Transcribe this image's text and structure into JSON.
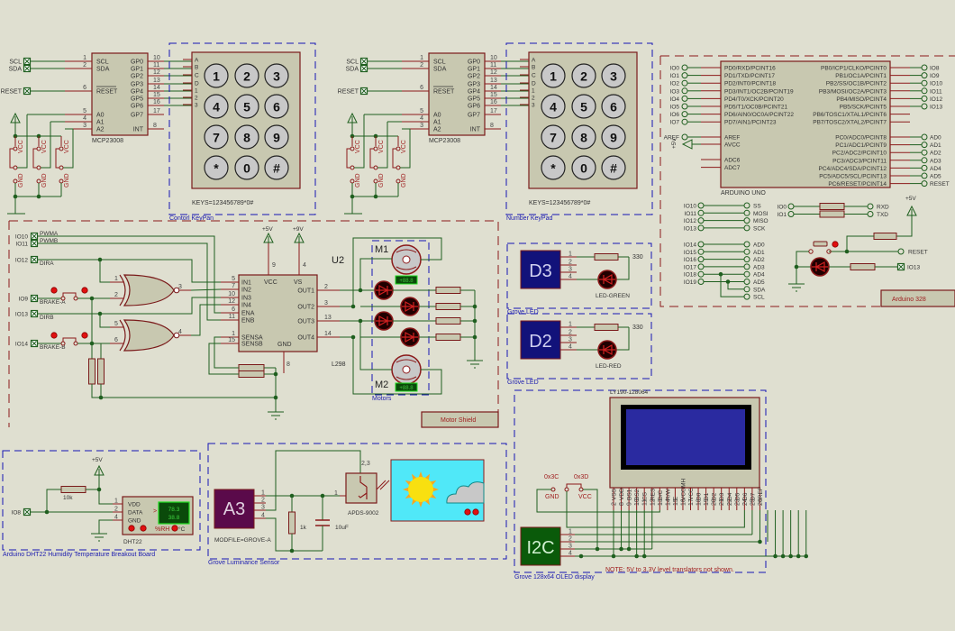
{
  "keypads": [
    {
      "title": "Contorl KeyPan",
      "keys_attr": "KEYS=123456789*0#",
      "rows": [
        "A",
        "B",
        "C",
        "D",
        "1",
        "2",
        "3"
      ],
      "keys": [
        "1",
        "2",
        "3",
        "4",
        "5",
        "6",
        "7",
        "8",
        "9",
        "*",
        "0",
        "#"
      ]
    },
    {
      "title": "Number KeyPad",
      "keys_attr": "KEYS=123456789*0#",
      "rows": [
        "A",
        "B",
        "C",
        "D",
        "1",
        "2",
        "3"
      ],
      "keys": [
        "1",
        "2",
        "3",
        "4",
        "5",
        "6",
        "7",
        "8",
        "9",
        "*",
        "0",
        "#"
      ]
    }
  ],
  "mcp": {
    "name": "MCP23008",
    "left_pins": [
      {
        "num": "1",
        "name": "SCL"
      },
      {
        "num": "2",
        "name": "SDA"
      },
      {
        "num": "6",
        "name": "RESET"
      },
      {
        "num": "5",
        "name": "A0"
      },
      {
        "num": "4",
        "name": "A1"
      },
      {
        "num": "3",
        "name": "A2"
      }
    ],
    "right_pins": [
      {
        "num": "10",
        "name": "GP0"
      },
      {
        "num": "11",
        "name": "GP1"
      },
      {
        "num": "12",
        "name": "GP2"
      },
      {
        "num": "13",
        "name": "GP3"
      },
      {
        "num": "14",
        "name": "GP4"
      },
      {
        "num": "15",
        "name": "GP5"
      },
      {
        "num": "16",
        "name": "GP6"
      },
      {
        "num": "17",
        "name": "GP7"
      },
      {
        "num": "8",
        "name": "INT"
      }
    ],
    "terminals": [
      "SCL",
      "SDA",
      "RESET"
    ],
    "jumper_top": "VCC",
    "jumper_bottom": "GND"
  },
  "arduino": {
    "name": "ARDUINO UNO",
    "box_title": "Arduino 328",
    "left_labels": [
      "IO0",
      "IO1",
      "IO2",
      "IO3",
      "IO4",
      "IO5",
      "IO6",
      "IO7"
    ],
    "left_pins": [
      "PD0/RXD/PCINT16",
      "PD1/TXD/PCINT17",
      "PD2/INT0/PCINT18",
      "PD3/INT1/OC2B/PCINT19",
      "PD4/T0/XCK/PCINT20",
      "PD5/T1/OC0B/PCINT21",
      "PD6/AIN0/OC0A/PCINT22",
      "PD7/AIN1/PCINT23"
    ],
    "right_pins": [
      "PB0/ICP1/CLKO/PCINT0",
      "PB1/OC1A/PCINT1",
      "PB2/SS/OC1B/PCINT2",
      "PB3/MOSI/OC2A/PCINT3",
      "PB4/MISO/PCINT4",
      "PB5/SCK/PCINT5",
      "PB6/TOSC1/XTAL1/PCINT6",
      "PB7/TOSC2/XTAL2/PCINT7"
    ],
    "right_labels": [
      "IO8",
      "IO9",
      "IO10",
      "IO11",
      "IO12",
      "IO13"
    ],
    "aref_label": "AREF",
    "avcc_label": "AVCC",
    "pwr_label": "+5V",
    "adc_pins": [
      "ADC6",
      "ADC7"
    ],
    "pc_pins": [
      "PC0/ADC0/PCINT8",
      "PC1/ADC1/PCINT9",
      "PC2/ADC2/PCINT10",
      "PC3/ADC3/PCINT11",
      "PC4/ADC4/SDA/PCINT12",
      "PC5/ADC5/SCL/PCINT13",
      "PC6/RESET/PCINT14"
    ],
    "pc_labels": [
      "AD0",
      "AD1",
      "AD2",
      "AD3",
      "AD4",
      "AD5",
      "RESET"
    ],
    "spi_left": [
      "IO10",
      "IO11",
      "IO12",
      "IO13"
    ],
    "spi_right": [
      "SS",
      "MOSI",
      "MISO",
      "SCK"
    ],
    "ad_left": [
      "IO14",
      "IO15",
      "IO16",
      "IO17",
      "IO18",
      "IO19"
    ],
    "ad_right": [
      "AD0",
      "AD1",
      "AD2",
      "AD3",
      "AD4",
      "AD5",
      "SDA",
      "SCL"
    ],
    "serial_left": [
      "IO0",
      "IO1"
    ],
    "serial_right": [
      "RXD",
      "TXD"
    ],
    "reset_label": "RESET",
    "led_label": "IO13",
    "vcc": "+5V"
  },
  "motor": {
    "box_title": "Motor Shield",
    "inputs": [
      {
        "io": "IO10",
        "sig": "PWMA"
      },
      {
        "io": "IO11",
        "sig": "PWMB"
      },
      {
        "io": "IO12",
        "sig": "DIRA"
      },
      {
        "io": "IO9",
        "sig": "BRAKE-A"
      },
      {
        "io": "IO13",
        "sig": "DIRB"
      },
      {
        "io": "IO14",
        "sig": "BRAKE-B"
      }
    ],
    "gate_pins": [
      "1",
      "2",
      "3",
      "5",
      "6",
      "4"
    ],
    "chip_ref": "U2",
    "chip_name": "L298",
    "chip_left": [
      {
        "num": "5",
        "name": "IN1"
      },
      {
        "num": "7",
        "name": "IN2"
      },
      {
        "num": "10",
        "name": "IN3"
      },
      {
        "num": "12",
        "name": "IN4"
      },
      {
        "num": "6",
        "name": "ENA"
      },
      {
        "num": "11",
        "name": "ENB"
      },
      {
        "num": "1",
        "name": "SENSA"
      },
      {
        "num": "15",
        "name": "SENSB"
      }
    ],
    "chip_right": [
      {
        "num": "2",
        "name": "OUT1"
      },
      {
        "num": "3",
        "name": "OUT2"
      },
      {
        "num": "13",
        "name": "OUT3"
      },
      {
        "num": "14",
        "name": "OUT4"
      }
    ],
    "vcc": {
      "num": "9",
      "name": "VCC",
      "rail": "+5V"
    },
    "vs": {
      "num": "4",
      "name": "VS",
      "rail": "+9V"
    },
    "gnd": {
      "num": "8",
      "name": "GND"
    },
    "motors": [
      {
        "ref": "M1",
        "reading": "+88.8"
      },
      {
        "ref": "M2",
        "reading": "+88.8"
      }
    ],
    "motors_label": "Motors"
  },
  "leds": [
    {
      "ref": "D3",
      "pins": [
        "1",
        "2",
        "3",
        "4"
      ],
      "res": "330",
      "led": "LED-GREEN",
      "title": "Grove LED"
    },
    {
      "ref": "D2",
      "pins": [
        "1",
        "2",
        "3",
        "4"
      ],
      "res": "330",
      "led": "LED-RED",
      "title": "Grove LED"
    }
  ],
  "dht": {
    "title": "Arduino DHT22 Humidity Temperature Breakout Board",
    "vcc": "+5V",
    "res": "10k",
    "io": "IO8",
    "pins": [
      {
        "num": "1",
        "name": "VDD"
      },
      {
        "num": "2",
        "name": "DATA"
      },
      {
        "num": "4",
        "name": "GND"
      }
    ],
    "name": "DHT22",
    "humidity": "78.3",
    "temperature": "38.8",
    "rh_label": "%RH",
    "c_label": "°C",
    "arrow": ">"
  },
  "lum": {
    "title": "Grove Luminance Sensor",
    "ref": "A3",
    "modfile": "MODFILE=GROVE-A",
    "pins": [
      "1",
      "2",
      "3",
      "4"
    ],
    "res": "1k",
    "cap": "10uF",
    "sensor": "APDS-9002",
    "pin23": "2,3",
    "pin1": "1"
  },
  "oled": {
    "title": "Grove 128x64 OLED display",
    "name": "LY190-128064",
    "ref": "I2C",
    "addr_a": "0x3C",
    "addr_b": "0x3D",
    "gnd": "GND",
    "vcc": "VCC",
    "i2c_pins": [
      "1",
      "2",
      "3",
      "4"
    ],
    "pins": [
      {
        "n": "2",
        "name": "VSS"
      },
      {
        "n": "8",
        "name": "VDD"
      },
      {
        "n": "9",
        "name": "BS1"
      },
      {
        "n": "10",
        "name": "BS2"
      },
      {
        "n": "11",
        "name": "CS"
      },
      {
        "n": "12",
        "name": "RES"
      },
      {
        "n": "13",
        "name": "D/C"
      },
      {
        "n": "14",
        "name": "R/W"
      },
      {
        "n": "15",
        "name": "E"
      },
      {
        "n": "16",
        "name": "VCOMH"
      },
      {
        "n": "17",
        "name": "VCC"
      },
      {
        "n": "18",
        "name": "D0"
      },
      {
        "n": "19",
        "name": "D1"
      },
      {
        "n": "20",
        "name": "D2"
      },
      {
        "n": "21",
        "name": "D3"
      },
      {
        "n": "22",
        "name": "D4"
      },
      {
        "n": "23",
        "name": "D5"
      },
      {
        "n": "24",
        "name": "D6"
      },
      {
        "n": "25",
        "name": "D7"
      },
      {
        "n": "26",
        "name": "IREF"
      }
    ],
    "note": "NOTE: 5V to 3.3V level translators not shown."
  },
  "colors": {
    "background": "#dfdfd0",
    "wire": "#1f5f1f",
    "pin": "#8b1a1a",
    "body": "#c8c8b0",
    "label_blue": "#2020b0",
    "lcd": "#2a2aa0"
  }
}
